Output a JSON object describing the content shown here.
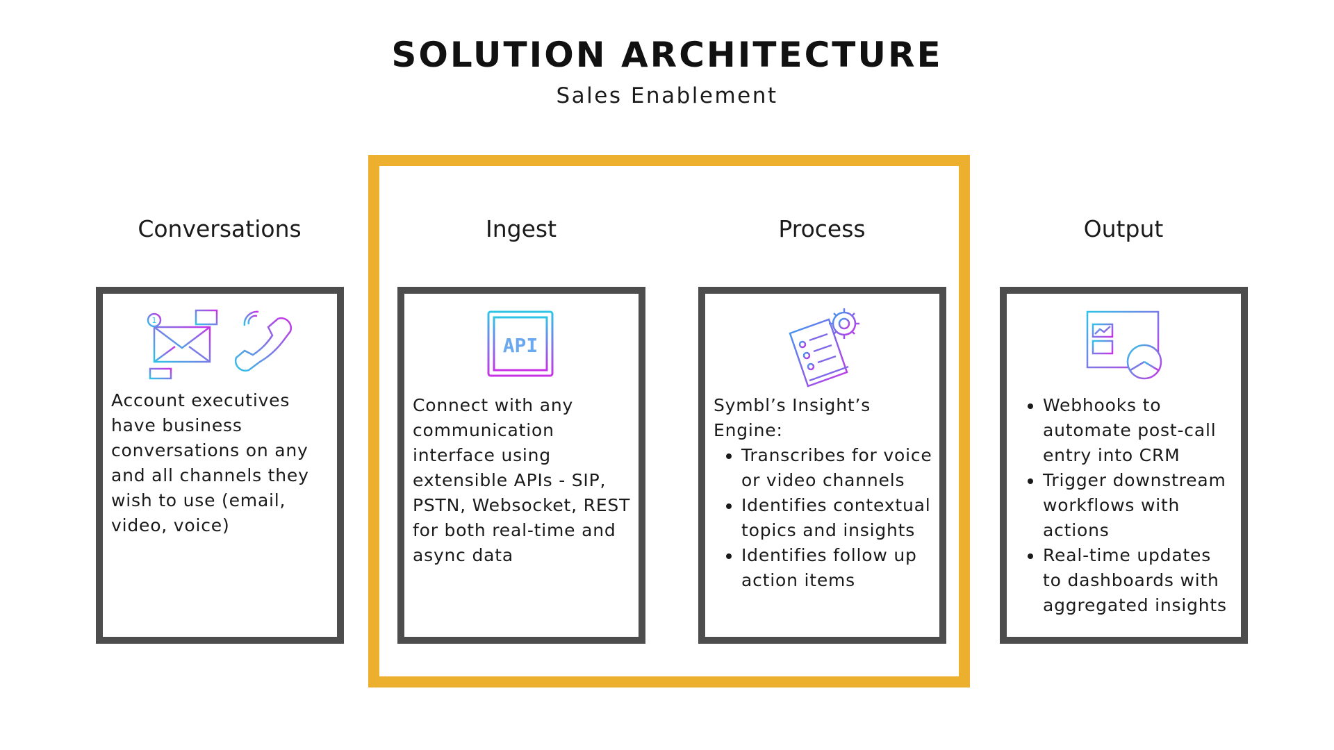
{
  "header": {
    "title": "SOLUTION ARCHITECTURE",
    "subtitle": "Sales Enablement"
  },
  "colors": {
    "highlight_frame": "#ecb02e",
    "card_border": "#4d4d4d",
    "icon_gradient_start": "#2ec4e6",
    "icon_gradient_end": "#c832e6"
  },
  "columns": {
    "conversations": {
      "heading": "Conversations",
      "icons": [
        "email-notification-icon",
        "phone-call-icon"
      ],
      "text": "Account executives have business conversations on any and all channels they wish to use (email, video, voice)"
    },
    "ingest": {
      "heading": "Ingest",
      "icons": [
        "api-icon"
      ],
      "api_label": "API",
      "text": "Connect with any communication interface using extensible APIs - SIP, PSTN, Websocket, REST for both real-time and async data"
    },
    "process": {
      "heading": "Process",
      "icons": [
        "document-gear-icon"
      ],
      "intro": "Symbl’s Insight’s Engine:",
      "bullets": [
        "Transcribes for voice or video channels",
        "Identifies contextual topics and insights",
        "Identifies follow up action items"
      ]
    },
    "output": {
      "heading": "Output",
      "icons": [
        "dashboard-chart-icon"
      ],
      "bullets": [
        "Webhooks to automate post-call entry into CRM",
        "Trigger downstream workflows with actions",
        "Real-time updates to dashboards with aggregated insights"
      ]
    }
  }
}
